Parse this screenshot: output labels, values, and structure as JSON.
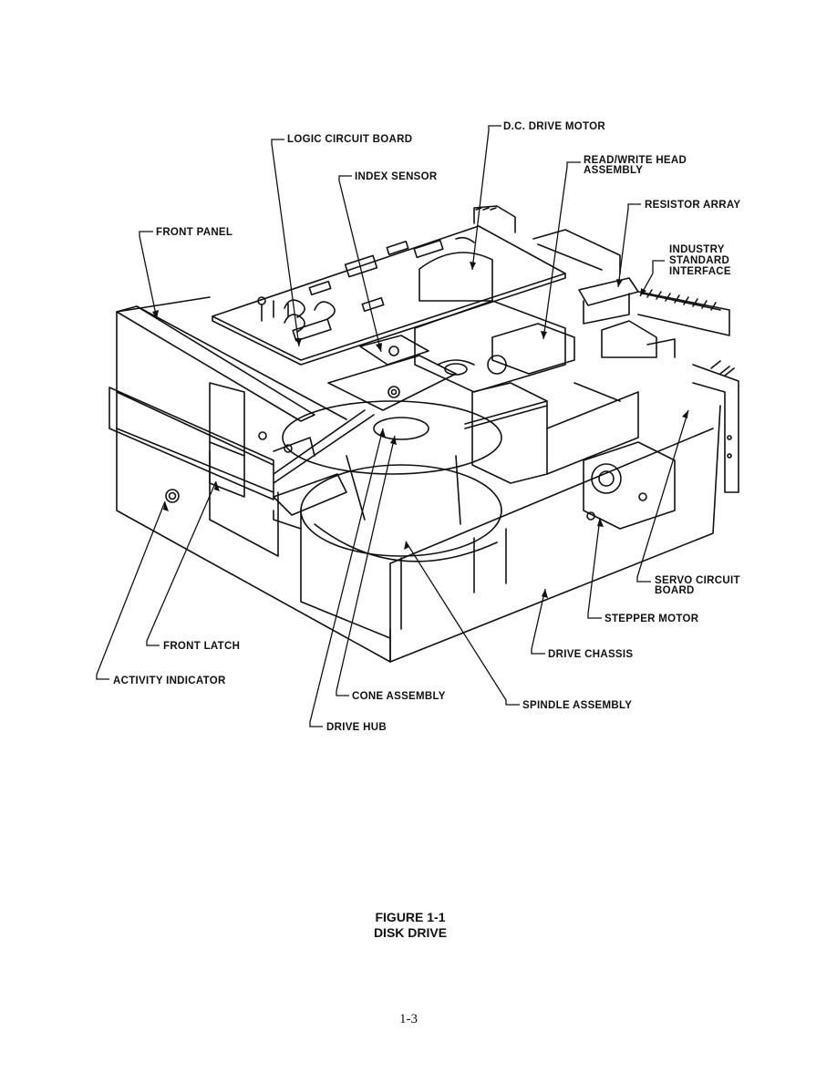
{
  "labels": {
    "dc_drive_motor": "D.C. DRIVE MOTOR",
    "logic_circuit_board": "LOGIC CIRCUIT BOARD",
    "read_write_head_1": "READ/WRITE HEAD",
    "read_write_head_2": "ASSEMBLY",
    "index_sensor": "INDEX SENSOR",
    "resistor_array": "RESISTOR ARRAY",
    "front_panel": "FRONT PANEL",
    "interface_1": "INDUSTRY",
    "interface_2": "STANDARD",
    "interface_3": "INTERFACE",
    "servo_1": "SERVO CIRCUIT",
    "servo_2": "BOARD",
    "stepper_motor": "STEPPER MOTOR",
    "front_latch": "FRONT LATCH",
    "drive_chassis": "DRIVE CHASSIS",
    "activity_indicator": "ACTIVITY INDICATOR",
    "cone_assembly": "CONE ASSEMBLY",
    "spindle_assembly": "SPINDLE ASSEMBLY",
    "drive_hub": "DRIVE HUB"
  },
  "caption": {
    "line1": "FIGURE 1-1",
    "line2": "DISK DRIVE"
  },
  "page_number": "1-3"
}
